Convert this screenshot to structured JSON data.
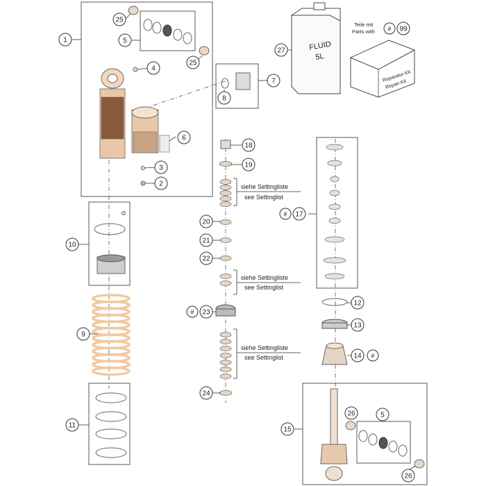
{
  "callouts": {
    "c1": "1",
    "c2": "2",
    "c3": "3",
    "c4": "4",
    "c5a": "5",
    "c5b": "5",
    "c6": "6",
    "c7": "7",
    "c8": "8",
    "c9": "9",
    "c10": "10",
    "c11": "11",
    "c12": "12",
    "c13": "13",
    "c14": "14",
    "c15": "15",
    "c17": "17",
    "c18": "18",
    "c19": "19",
    "c20": "20",
    "c21": "21",
    "c22": "22",
    "c23": "23",
    "c24": "24",
    "c25a": "25",
    "c25b": "25",
    "c26a": "26",
    "c26b": "26",
    "c27": "27",
    "c99": "99"
  },
  "hash_symbol": "#",
  "setting_note": {
    "de": "siehe Settingliste",
    "en": "see Settinglist"
  },
  "legend": {
    "line1": "Teile mit",
    "line2": "Parts with"
  },
  "fluid_can": {
    "line1": "FLUID",
    "line2": "5L"
  },
  "repair_kit": {
    "line1": "Reparatur-Kit",
    "line2": "Repair-Kit"
  },
  "colors": {
    "spring_orange": "#f2c9a0",
    "shock_dark": "#8a5a3c",
    "line": "#333333"
  }
}
